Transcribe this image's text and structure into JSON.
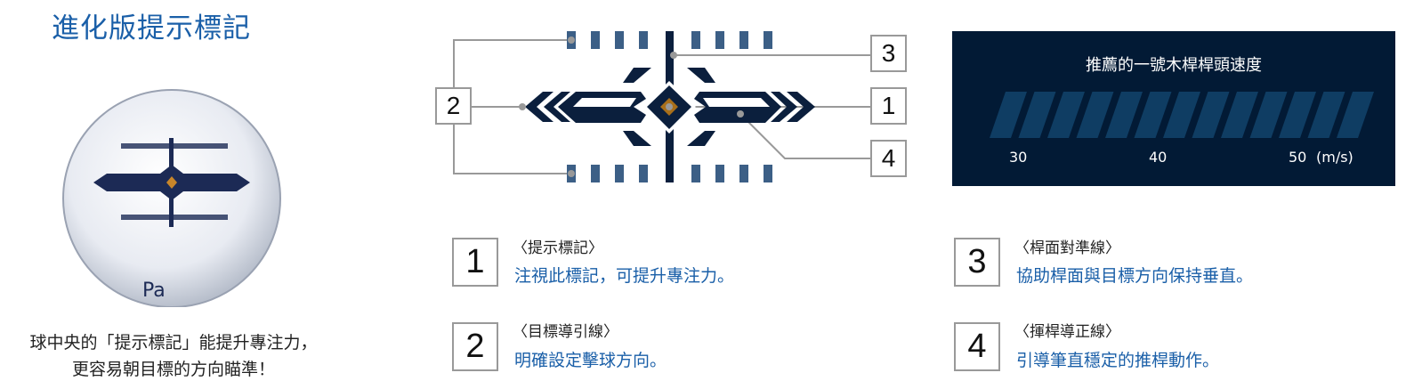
{
  "left": {
    "title": "進化版提示標記",
    "caption_line1": "球中央的「提示標記」能提升專注力，",
    "caption_line2": "更容易朝目標的方向瞄準！"
  },
  "diagram": {
    "callouts": [
      "1",
      "2",
      "3",
      "4"
    ],
    "colors": {
      "navy": "#0b1f3d",
      "tick": "#3c5f86",
      "gold": "#a86f1a",
      "line": "#999999"
    }
  },
  "speed_panel": {
    "title": "推薦的一號木桿桿頭速度",
    "ticks": [
      "30",
      "40",
      "50"
    ],
    "unit": "(m/s)",
    "stripe_count": 13,
    "colors": {
      "bg": "#021a35",
      "stripe": "#0f3d63"
    }
  },
  "legend": [
    {
      "num": "1",
      "label": "〈提示標記〉",
      "desc": "注視此標記，可提升專注力。"
    },
    {
      "num": "2",
      "label": "〈目標導引線〉",
      "desc": "明確設定擊球方向。"
    },
    {
      "num": "3",
      "label": "〈桿面對準線〉",
      "desc": "協助桿面與目標方向保持垂直。"
    },
    {
      "num": "4",
      "label": "〈揮桿導正線〉",
      "desc": "引導筆直穩定的推桿動作。"
    }
  ]
}
